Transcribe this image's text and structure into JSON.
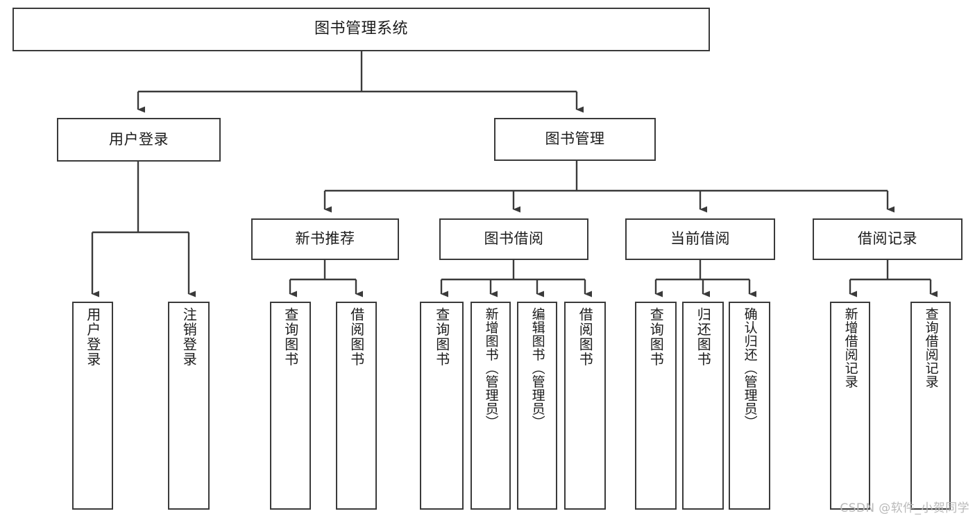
{
  "diagram": {
    "type": "tree-hierarchy",
    "title": "图书管理系统",
    "watermark": "CSDN @软件_小贺同学",
    "colors": {
      "stroke": "#3a3a3a",
      "fill": "#ffffff",
      "text": "#1b1b1b",
      "watermark": "#b9b9b9"
    },
    "root": {
      "label": "图书管理系统"
    },
    "level2": [
      {
        "id": "user-login",
        "label": "用户登录"
      },
      {
        "id": "book-manage",
        "label": "图书管理"
      }
    ],
    "level3": [
      {
        "id": "new-book-rec",
        "label": "新书推荐"
      },
      {
        "id": "book-borrow",
        "label": "图书借阅"
      },
      {
        "id": "current-borrow",
        "label": "当前借阅"
      },
      {
        "id": "borrow-record",
        "label": "借阅记录"
      }
    ],
    "leaves": {
      "user_login": [
        {
          "id": "leaf-user-login",
          "label": "用户登录"
        },
        {
          "id": "leaf-logout-login",
          "label": "注销登录"
        }
      ],
      "new_book_rec": [
        {
          "id": "leaf-query-book-1",
          "label": "查询图书"
        },
        {
          "id": "leaf-borrow-book-1",
          "label": "借阅图书"
        }
      ],
      "book_borrow": [
        {
          "id": "leaf-query-book-2",
          "label": "查询图书"
        },
        {
          "id": "leaf-add-book",
          "label": "新增图书（管理员）"
        },
        {
          "id": "leaf-edit-book",
          "label": "编辑图书（管理员）"
        },
        {
          "id": "leaf-borrow-book-2",
          "label": "借阅图书"
        }
      ],
      "current_borrow": [
        {
          "id": "leaf-query-book-3",
          "label": "查询图书"
        },
        {
          "id": "leaf-return-book",
          "label": "归还图书"
        },
        {
          "id": "leaf-confirm-return",
          "label": "确认归还（管理员）"
        }
      ],
      "borrow_record": [
        {
          "id": "leaf-add-record",
          "label": "新增借阅记录"
        },
        {
          "id": "leaf-query-record",
          "label": "查询借阅记录"
        }
      ]
    }
  }
}
